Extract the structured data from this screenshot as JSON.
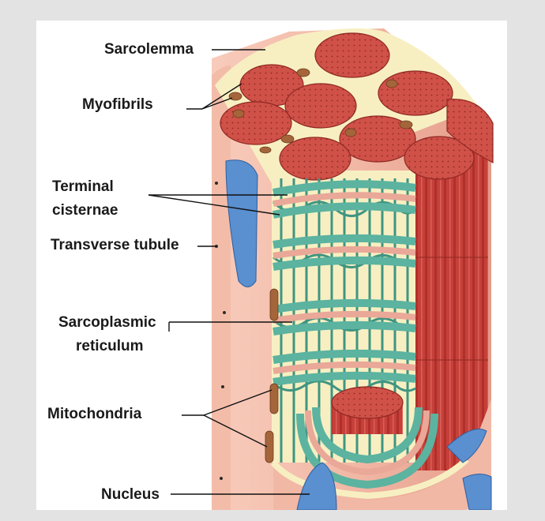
{
  "diagram": {
    "labels": {
      "sarcolemma": "Sarcolemma",
      "myofibrils": "Myofibrils",
      "terminal_cisternae_line1": "Terminal",
      "terminal_cisternae_line2": "cisternae",
      "transverse_tubule": "Transverse tubule",
      "sarcoplasmic_reticulum_line1": "Sarcoplasmic",
      "sarcoplasmic_reticulum_line2": "reticulum",
      "mitochondria": "Mitochondria",
      "nucleus": "Nucleus"
    },
    "colors": {
      "background": "#e3e3e3",
      "panel": "#ffffff",
      "cell_surface": "#f2b8a6",
      "sarcoplasm": "#f7efc2",
      "myofibril": "#c94a42",
      "myofibril_striation": "#b5332f",
      "sarcoplasmic_reticulum": "#5bb3a0",
      "transverse_tubule": "#e9a898",
      "nucleus": "#5a8fd0",
      "mitochondria": "#a5653a"
    }
  }
}
